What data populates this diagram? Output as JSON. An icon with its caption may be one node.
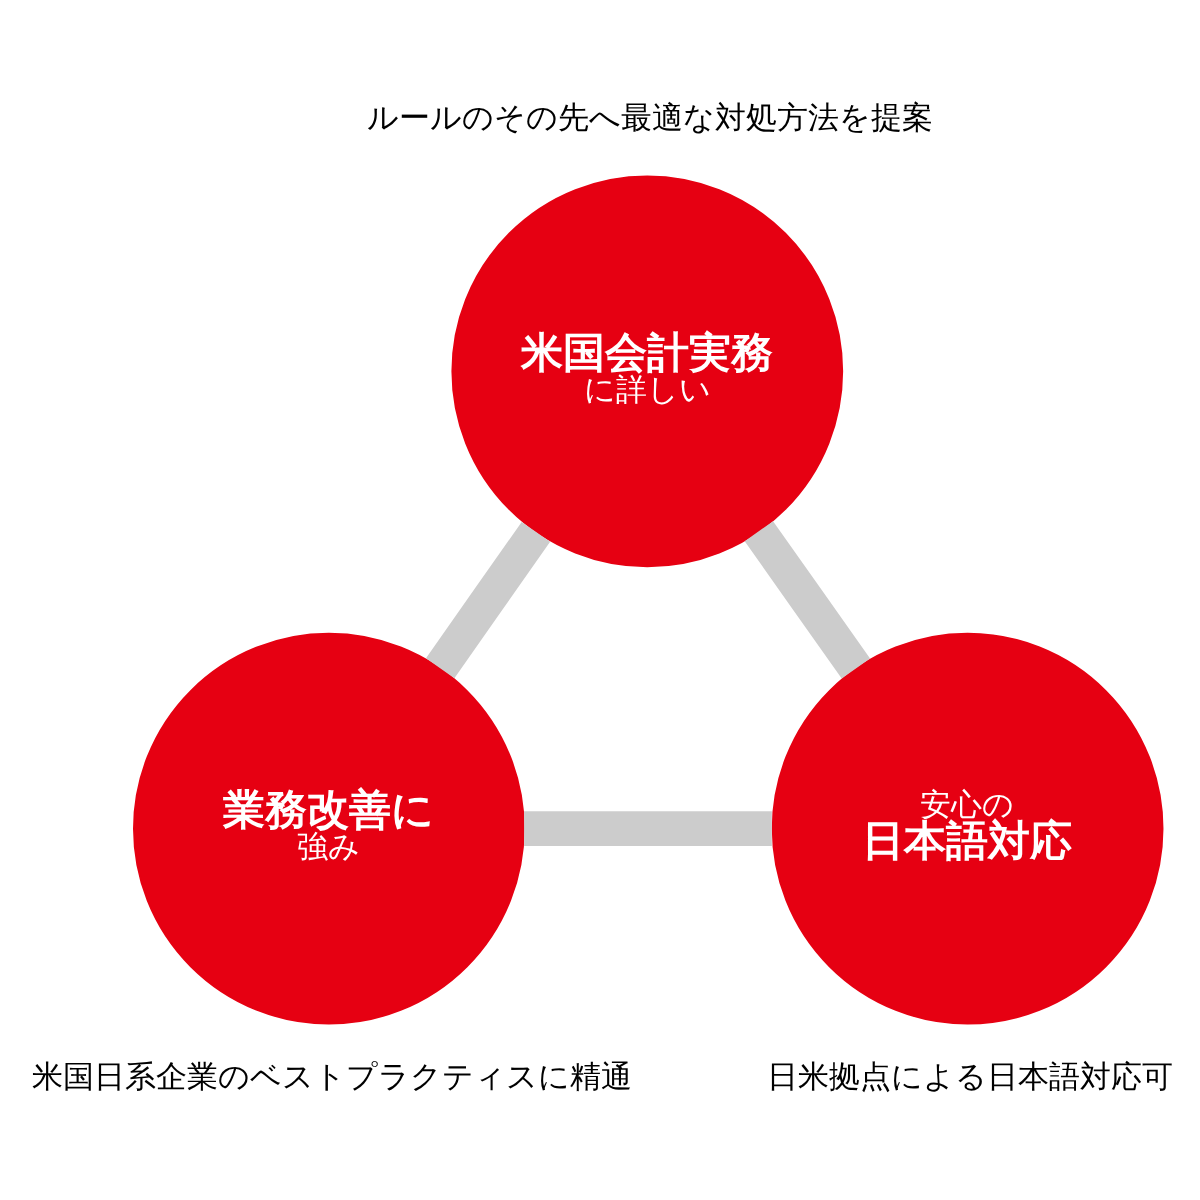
{
  "diagram": {
    "nodes": [
      {
        "text": [
          "米国会計実務",
          "に詳しい"
        ],
        "beside": [
          "ルールのその先へ最適な対処方法を提案"
        ]
      },
      {
        "text": [
          "業務改善に",
          "強み"
        ],
        "beside": [
          "米国日系企業のベストプラクティスに精通"
        ]
      },
      {
        "text": [
          "安心の",
          "日本語対応"
        ],
        "beside": [
          "日米拠点による日本語対応可"
        ]
      }
    ],
    "edges": [
      {
        "from": 0,
        "to": 1,
        "arrow": "none"
      },
      {
        "from": 0,
        "to": 2,
        "arrow": "none"
      },
      {
        "from": 1,
        "to": 2,
        "arrow": "none"
      }
    ]
  }
}
